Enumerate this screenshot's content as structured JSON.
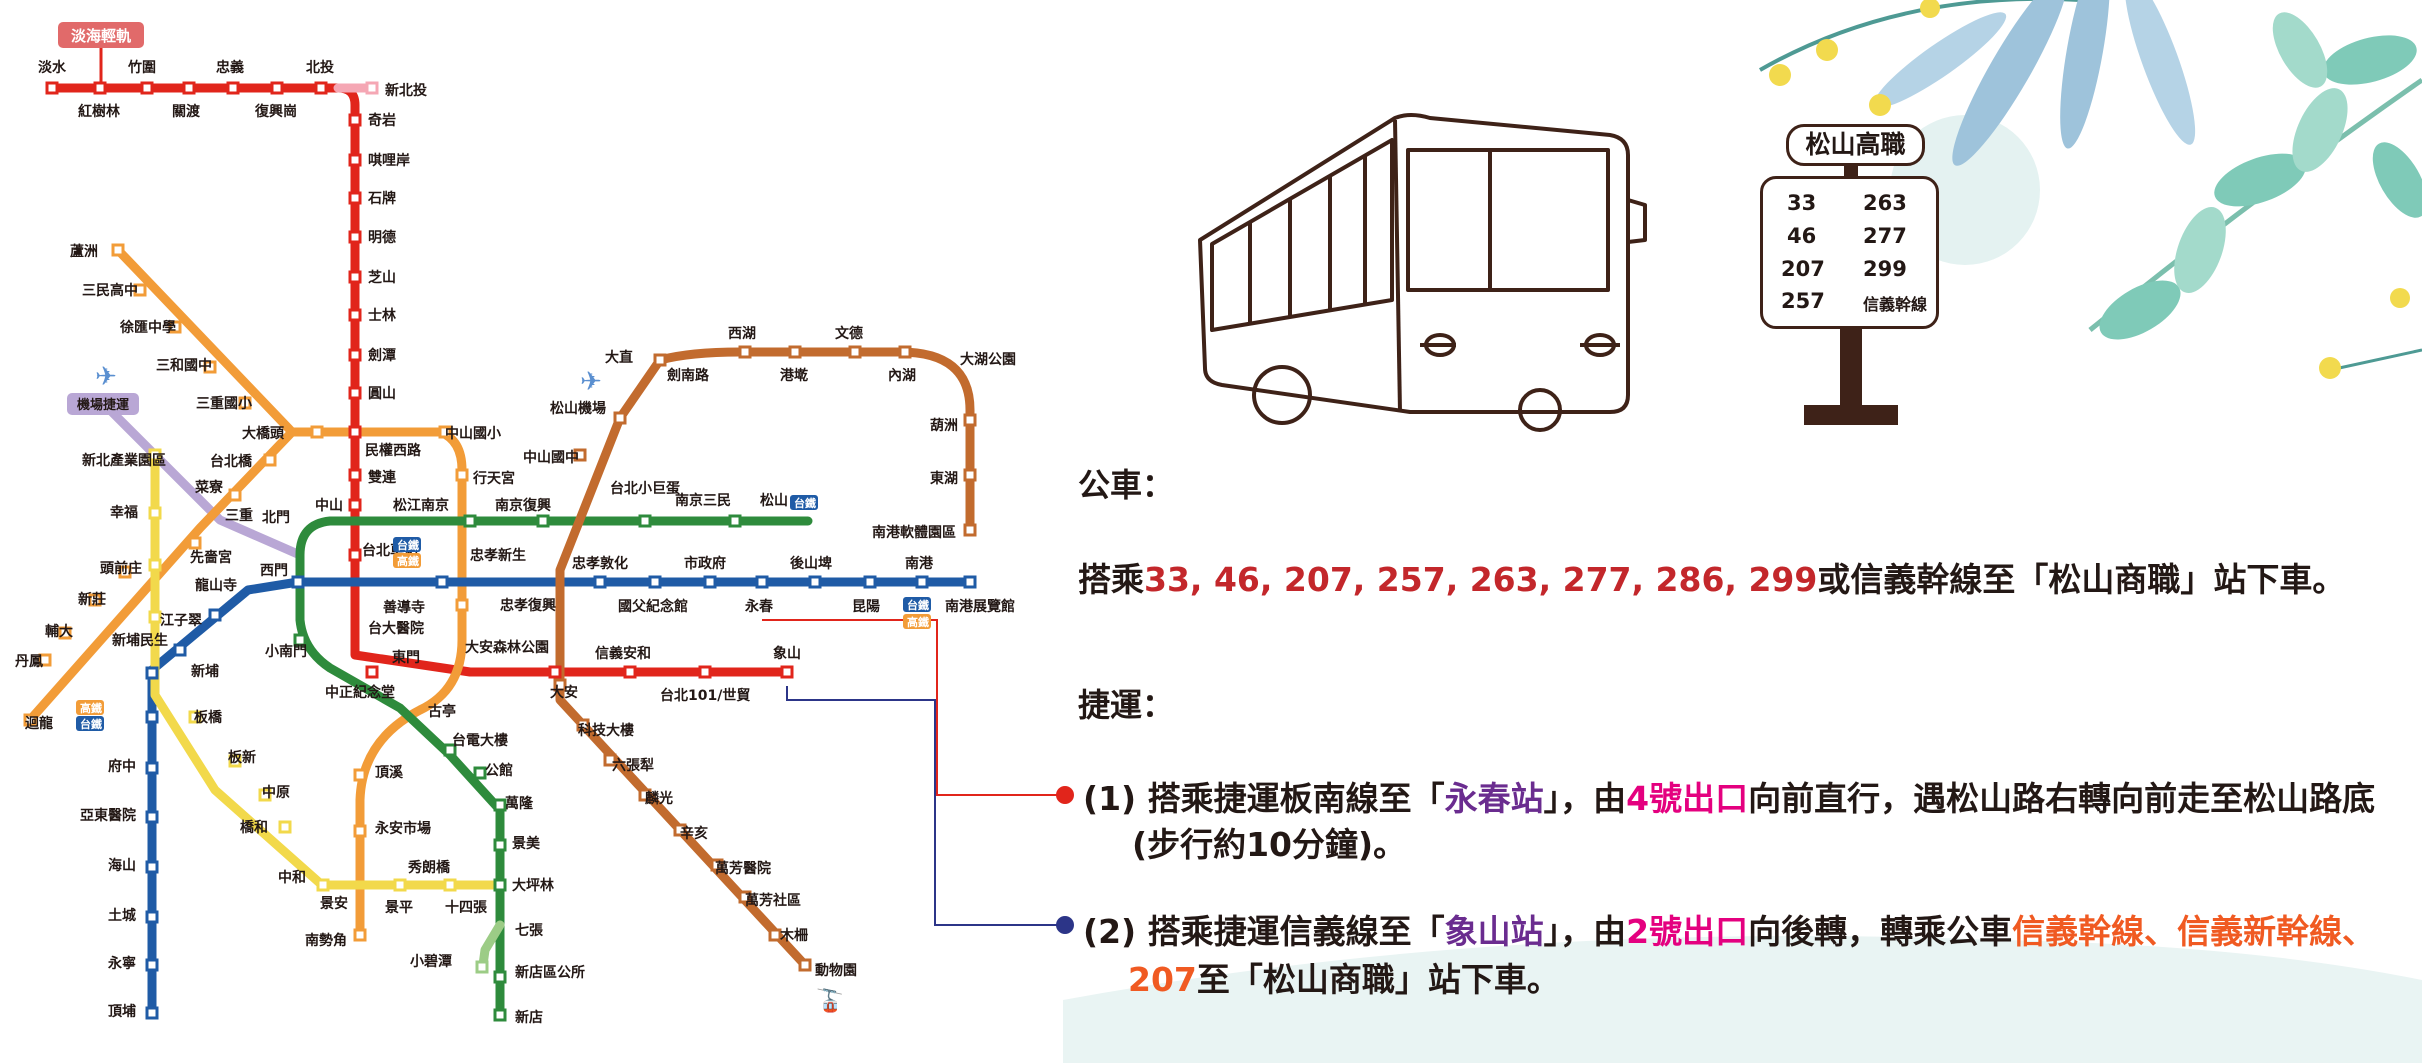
{
  "colors": {
    "red_line": "#e1251b",
    "blue_line": "#1f5ba6",
    "green_line": "#2e8b3c",
    "orange_line": "#f29c38",
    "brown_line": "#c26b2e",
    "yellow_line": "#f2d94b",
    "purple_line": "#b9a7d5",
    "light_green": "#9ccc86",
    "pink": "#f5a7b4",
    "accent_red": "#c3272b",
    "accent_purple": "#6a2c8f",
    "accent_magenta": "#e4007f",
    "accent_orange": "#f05a22",
    "ink": "#231815"
  },
  "map": {
    "legend_danhai": "淡海輕軌",
    "label_airport_mrt": "機場捷運",
    "tag_tra": "台鐵",
    "tag_hsr": "高鐵",
    "stations": [
      "淡水",
      "竹圍",
      "忠義",
      "北投",
      "新北投",
      "紅樹林",
      "關渡",
      "復興崗",
      "奇岩",
      "唭哩岸",
      "石牌",
      "明德",
      "芝山",
      "士林",
      "劍潭",
      "圓山",
      "民權西路",
      "雙連",
      "中山",
      "台北車站",
      "西門",
      "小南門",
      "中正紀念堂",
      "台大醫院",
      "善導寺",
      "東門",
      "古亭",
      "頂溪",
      "永安市場",
      "景安",
      "景平",
      "秀朗橋",
      "十四張",
      "大坪林",
      "七張",
      "小碧潭",
      "新店區公所",
      "新店",
      "台電大樓",
      "公館",
      "萬隆",
      "景美",
      "南勢角",
      "中和",
      "橋和",
      "中原",
      "板新",
      "板橋",
      "新埔民生",
      "江子翠",
      "新埔",
      "龍山寺",
      "府中",
      "亞東醫院",
      "海山",
      "土城",
      "永寧",
      "頂埔",
      "蘆洲",
      "三民高中",
      "徐匯中學",
      "三和國中",
      "三重國小",
      "大橋頭",
      "台北橋",
      "菜寮",
      "三重",
      "先嗇宮",
      "頭前庄",
      "新莊",
      "輔大",
      "丹鳳",
      "迴龍",
      "幸福",
      "新北產業園區",
      "北門",
      "中山國小",
      "行天宮",
      "松江南京",
      "南京復興",
      "台北小巨蛋",
      "南京三民",
      "松山",
      "忠孝新生",
      "忠孝復興",
      "忠孝敦化",
      "國父紀念館",
      "市政府",
      "永春",
      "後山埤",
      "昆陽",
      "南港",
      "南港展覽館",
      "大安森林公園",
      "大安",
      "信義安和",
      "台北101/世貿",
      "象山",
      "科技大樓",
      "六張犁",
      "麟光",
      "辛亥",
      "萬芳醫院",
      "萬芳社區",
      "木柵",
      "動物園",
      "大直",
      "劍南路",
      "西湖",
      "港墘",
      "文德",
      "內湖",
      "大湖公園",
      "葫洲",
      "東湖",
      "南港軟體園區",
      "中山國中",
      "松山機場"
    ]
  },
  "stop_sign": {
    "name": "松山高職",
    "routes": [
      "33",
      "263",
      "46",
      "277",
      "207",
      "299",
      "257",
      "信義幹線"
    ]
  },
  "bus_heading": "公車：",
  "bus_text": {
    "pre": "搭乘",
    "routes": "33, 46, 207, 257, 263, 277, 286, 299",
    "post": "或信義幹線至「松山商職」站下車。"
  },
  "mrt_heading": "捷運：",
  "mrt_1": {
    "num": "(1)",
    "a": "搭乘捷運板南線至「",
    "station": "永春站",
    "b": "」，由",
    "exit": "4號出口",
    "c": "向前直行，遇松山路右轉向前走至松山路底",
    "line2": "(步行約10分鐘)。"
  },
  "mrt_2": {
    "num": "(2)",
    "a": "搭乘捷運信義線至「",
    "station": "象山站",
    "b": "」，由",
    "exit": "2號出口",
    "c": "向後轉，轉乘公車",
    "buses": "信義幹線、信義新幹線、",
    "line2_num": "207",
    "line2_rest": "至「松山商職」站下車。"
  }
}
